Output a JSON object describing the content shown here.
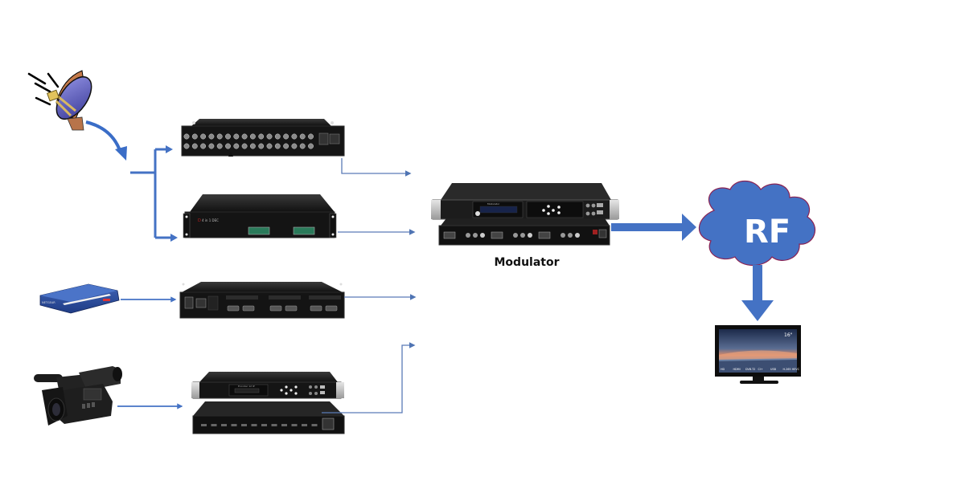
{
  "diagram": {
    "title": "Broadcast headend signal flow to RF modulator",
    "colors": {
      "arrow_blue": "#4472c4",
      "thin_line": "#5b7fb5",
      "cloud_fill": "#4472c4",
      "cloud_stroke": "#8b2252",
      "device_dark": "#1a1a1a",
      "device_silver": "#c9c9c9",
      "background": "#ffffff"
    },
    "sources": [
      {
        "id": "satellite",
        "icon": "satellite-dish-icon",
        "label": "Satellite dish"
      },
      {
        "id": "network",
        "icon": "network-switch-icon",
        "label": "Network switch / router",
        "brand": "NETGEAR"
      },
      {
        "id": "camera",
        "icon": "video-camera-icon",
        "label": "Professional camcorder"
      }
    ],
    "devices": [
      {
        "id": "receiver",
        "label": "Satellite IRD receiver (rear panel, 16x2 RF ports)"
      },
      {
        "id": "decoder",
        "label": "Decoder 2U chassis",
        "front_text": "4 in 1 DEC"
      },
      {
        "id": "encoder-vga",
        "label": "Encoder with VGA inputs (rear panel)"
      },
      {
        "id": "encoder-hdmi",
        "label": "HDMI encoder (front + rear)",
        "front_text": "Encoder 12 IP"
      }
    ],
    "modulator": {
      "label": "Modulator",
      "lcd_text": "Modulator"
    },
    "rf": {
      "label": "RF"
    },
    "tv": {
      "label": "Television",
      "badge_size": "16\"",
      "features": [
        "HD",
        "HDMI",
        "DVB-T2",
        "CI+",
        "USB",
        "H.265 HEVC"
      ]
    }
  }
}
